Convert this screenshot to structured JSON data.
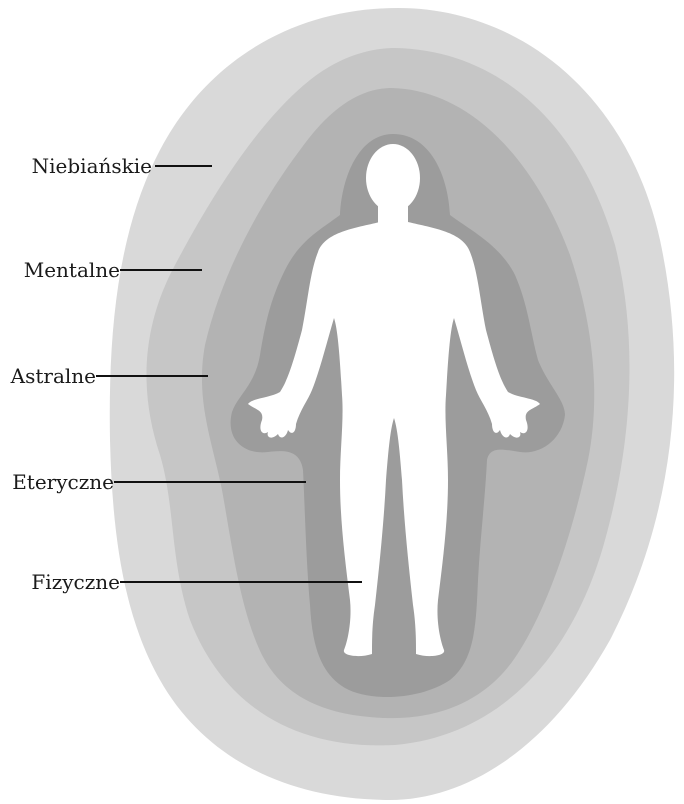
{
  "diagram": {
    "layers": [
      {
        "id": "niebianskie",
        "label": "Niebiańskie",
        "color": "#d9d9d9"
      },
      {
        "id": "mentalne",
        "label": "Mentalne",
        "color": "#c6c6c6"
      },
      {
        "id": "astralne",
        "label": "Astralne",
        "color": "#b3b3b3"
      },
      {
        "id": "eteryczne",
        "label": "Eteryczne",
        "color": "#9c9c9c"
      },
      {
        "id": "fizyczne",
        "label": "Fizyczne",
        "color": "#ffffff"
      }
    ],
    "background_color": "#ffffff",
    "line_color": "#111111"
  }
}
